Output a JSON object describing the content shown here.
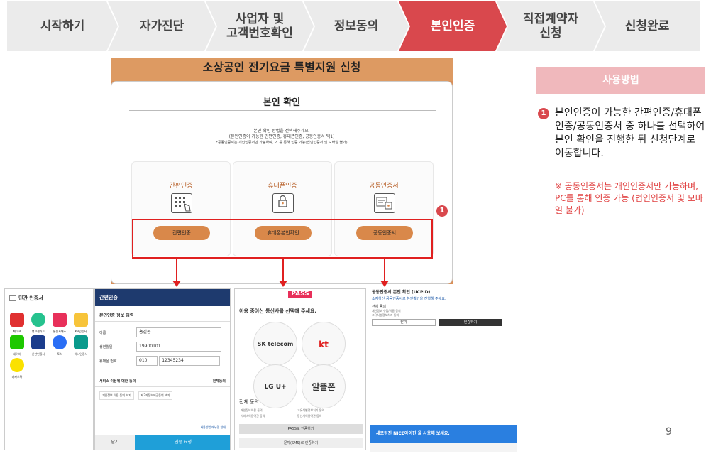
{
  "steps": [
    {
      "label": "시작하기"
    },
    {
      "label": "자가진단"
    },
    {
      "label": "사업자 및\n고객번호확인"
    },
    {
      "label": "정보동의"
    },
    {
      "label": "본인인증"
    },
    {
      "label": "직접계약자\n신청"
    },
    {
      "label": "신청완료"
    }
  ],
  "main": {
    "title": "소상공인 전기요금 특별지원 신청",
    "card_title": "본인 확인",
    "desc1": "본인 확인 방법을 선택해주세요.",
    "desc2": "(본인인증이 가능한 간편인증, 휴대폰인증, 공동인증서 택1)",
    "desc3": "*공동인증서는 개인인증서만 가능하며, PC를 통해 인증 가능(법인인증서 및 모바일 불가)",
    "options": [
      {
        "label": "간편인증",
        "button": "간편인증"
      },
      {
        "label": "휴대폰인증",
        "button": "휴대폰본인확인"
      },
      {
        "label": "공동인증서",
        "button": "공동인증서"
      }
    ],
    "badge": "1"
  },
  "shots": {
    "simple_title": "민간 인증서",
    "simple_apps": [
      "페이코",
      "뱅크샐러드",
      "통신사패스",
      "KB인증서",
      "네이버",
      "신한인증서",
      "토스",
      "하나인증서",
      "카카오톡"
    ],
    "phone_header": "간편인증",
    "phone_section": "본인인증 정보 입력",
    "phone_name_label": "이름",
    "phone_name_value": "홍길동",
    "phone_birth_label": "생년월일",
    "phone_birth_value": "19900101",
    "phone_num_label": "휴대폰 번호",
    "phone_num_prefix": "010",
    "phone_num_value": "12345234",
    "phone_agree_title": "서비스 이용에 대한 동의",
    "phone_agree_all": "전체동의",
    "phone_agree1": "개인정보 이용 동의",
    "phone_agree2": "제3자정보제공동의",
    "phone_view": "보기",
    "phone_guide": "사용방법 메뉴얼 안내",
    "phone_close": "닫기",
    "phone_request": "인증 요청",
    "pass_logo": "PASS",
    "pass_prompt": "이용 중이신 통신사를 선택해 주세요.",
    "telcos": [
      "SK telecom",
      "kt",
      "LG U+",
      "알뜰폰"
    ],
    "pass_agree_all": "전체 동의",
    "pass_terms": [
      "개인정보이용 동의",
      "고유식별정보처리 동의",
      "서비스이용약관 동의",
      "통신사이용약관 동의"
    ],
    "pass_btn1": "PASS로 인증하기",
    "pass_btn2": "문자(SMS)로 인증하기",
    "cert_title": "공동인증서 본인 확인 (UCPID)",
    "cert_sub": "소지하신 공동인증서로 본인확인을 진행해 주세요.",
    "cert_agree_all": "전체 동의",
    "cert_terms": [
      "개인정보 수집/이용 동의",
      "고유식별정보처리 동의"
    ],
    "cert_close": "닫기",
    "cert_ok": "인증하기",
    "banner": "새로워진 NICE아이핀 을 사용해 보세요."
  },
  "side": {
    "usage_title": "사용방법",
    "badge": "1",
    "instruction": "본인인증이 가능한 간편인증/휴대폰인증/공동인증서 중 하나를 선택하여 본인 확인을 진행한 뒤 신청단계로 이동합니다.",
    "note": "※ 공동인증서는 개인인증서만 가능하며, PC를 통해 인증 가능 (법인인증서 및 모바일 불가)"
  },
  "page_number": "9",
  "colors": {
    "accent": "#d9484d",
    "orange": "#d9884a",
    "step_bg": "#ebebeb",
    "usage_bg": "#f0b8bc"
  }
}
